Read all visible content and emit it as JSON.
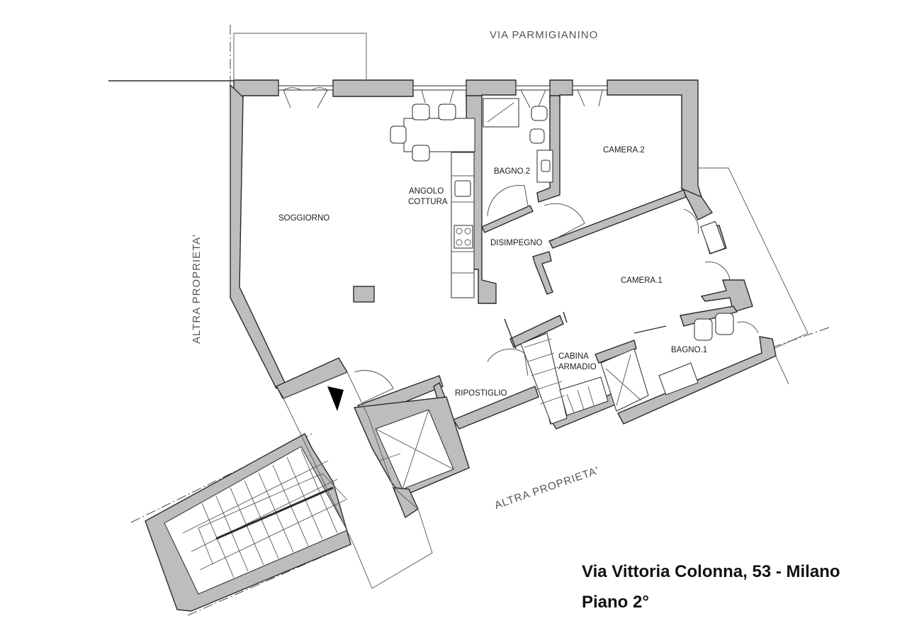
{
  "streets": {
    "north": "VIA PARMIGIANINO",
    "west": "ALTRA PROPRIETA'",
    "south": "ALTRA PROPRIETA'"
  },
  "rooms": {
    "soggiorno": "SOGGIORNO",
    "angolo_cottura_1": "ANGOLO",
    "angolo_cottura_2": "COTTURA",
    "bagno2": "BAGNO.2",
    "camera2": "CAMERA.2",
    "disimpegno": "DISIMPEGNO",
    "camera1": "CAMERA.1",
    "cabina_armadio_1": "CABINA",
    "cabina_armadio_2": "ARMADIO",
    "bagno1": "BAGNO.1",
    "ripostiglio": "RIPOSTIGLIO"
  },
  "caption": {
    "address": "Via Vittoria Colonna, 53 - Milano",
    "floor": "Piano 2°"
  }
}
